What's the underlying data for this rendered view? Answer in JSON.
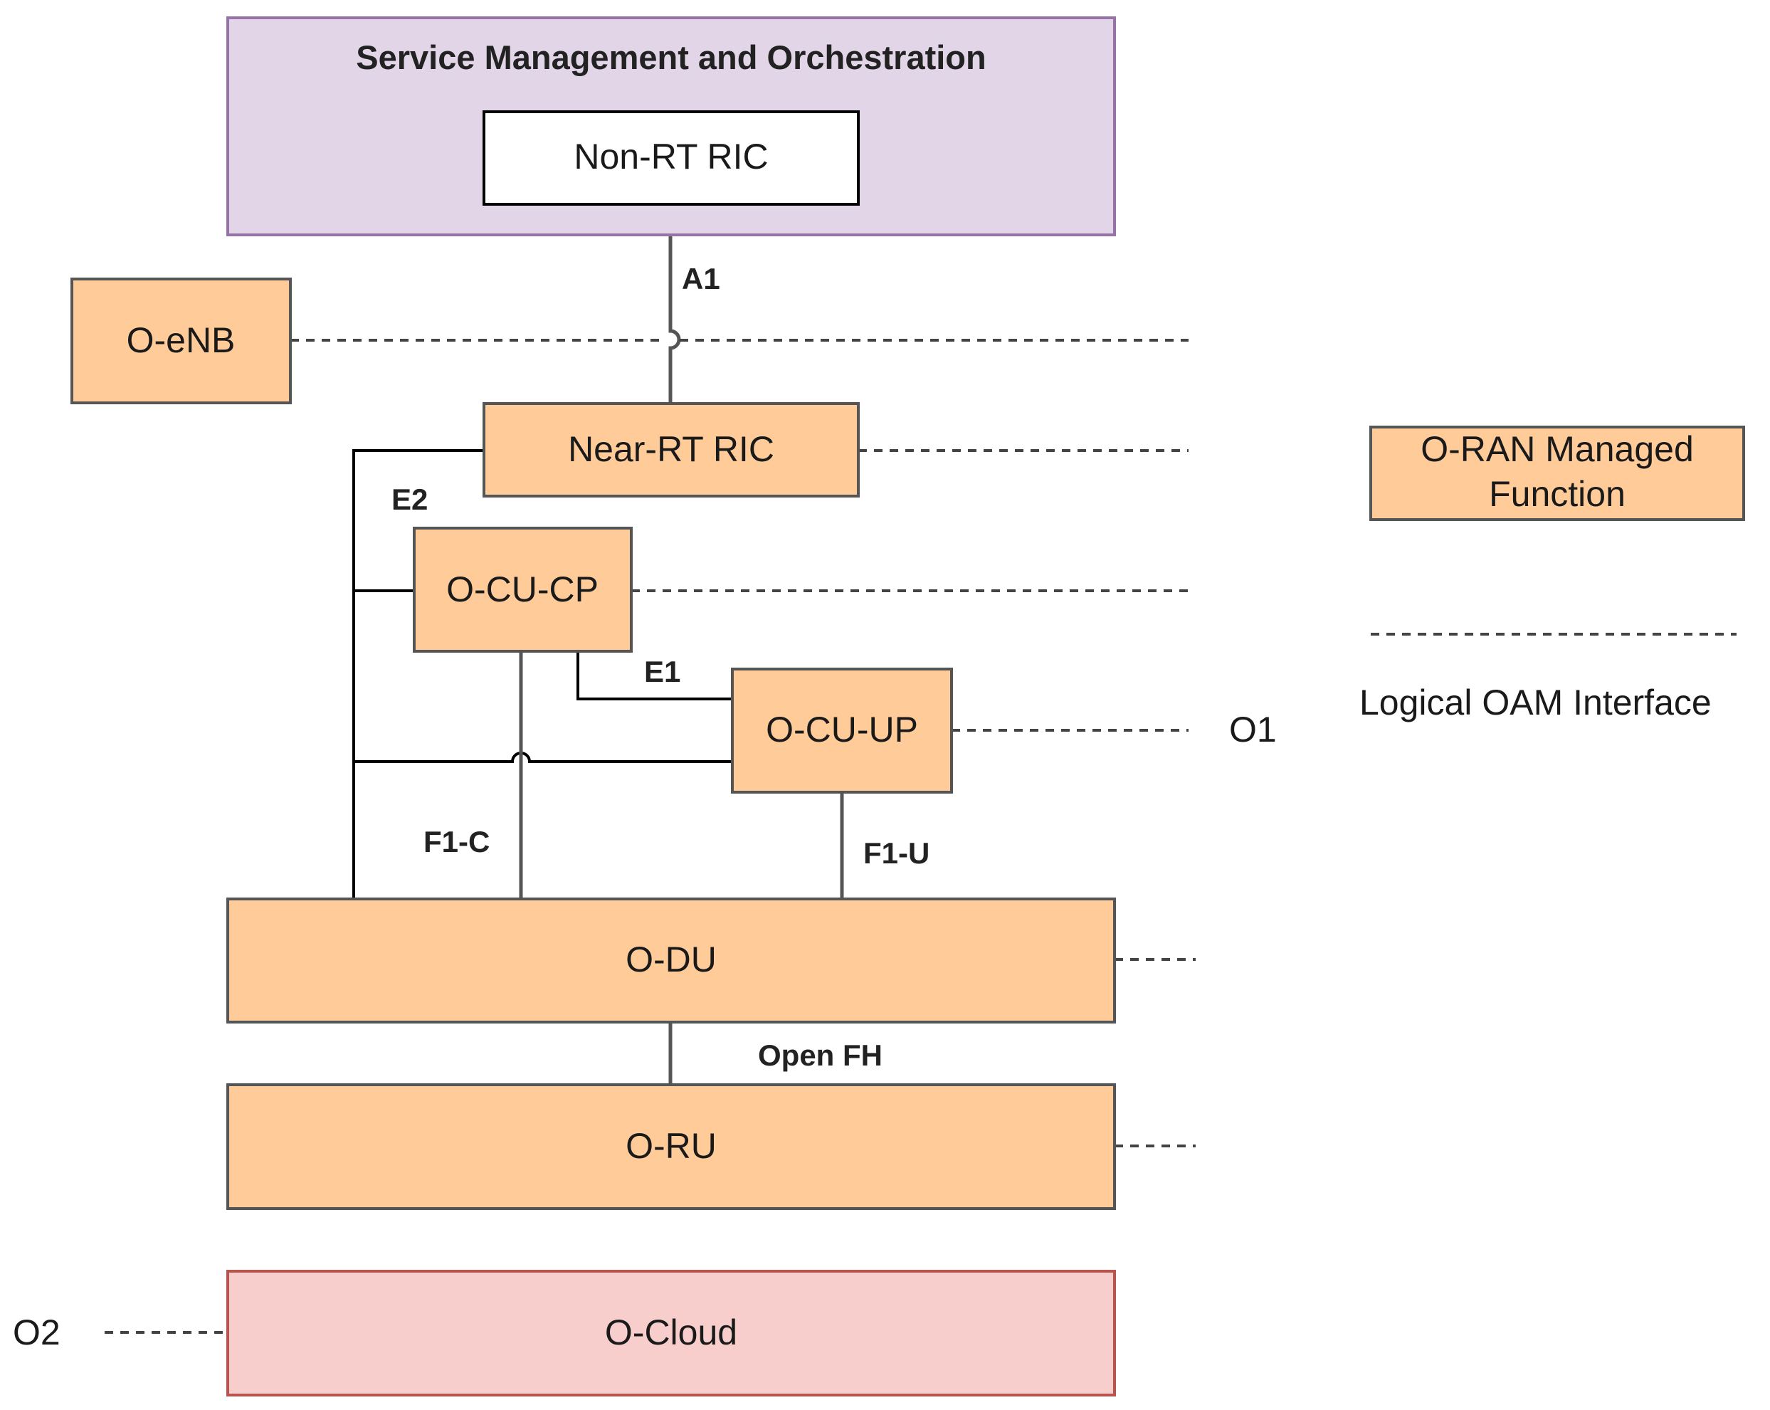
{
  "colors": {
    "smo_fill": "#e1d5e7",
    "smo_stroke": "#9673a6",
    "managed_fill": "#ffcc99",
    "managed_stroke": "#555555",
    "cloud_fill": "#f8cecc",
    "cloud_stroke": "#b85450",
    "white": "#ffffff"
  },
  "nodes": {
    "smo": "Service Management and Orchestration",
    "non_rt_ric": "Non-RT RIC",
    "o_enb": "O-eNB",
    "near_rt_ric": "Near-RT RIC",
    "o_cu_cp": "O-CU-CP",
    "o_cu_up": "O-CU-UP",
    "o_du": "O-DU",
    "o_ru": "O-RU",
    "o_cloud": "O-Cloud"
  },
  "interfaces": {
    "a1": "A1",
    "e2": "E2",
    "e1": "E1",
    "f1_c": "F1-C",
    "f1_u": "F1-U",
    "open_fh": "Open FH",
    "o1": "O1",
    "o2": "O2"
  },
  "legend": {
    "managed_function_line1": "O-RAN Managed",
    "managed_function_line2": "Function",
    "oam_interface": "Logical OAM Interface"
  }
}
